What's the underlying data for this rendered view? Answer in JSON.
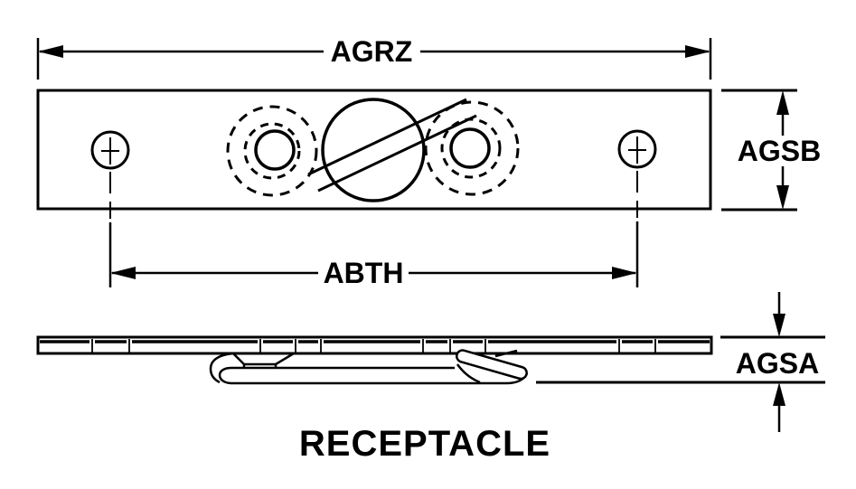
{
  "title": "RECEPTACLE",
  "dimensions": {
    "overall_width": {
      "label": "AGRZ"
    },
    "plate_height": {
      "label": "AGSB"
    },
    "hole_spacing": {
      "label": "ABTH"
    },
    "side_height": {
      "label": "AGSA"
    }
  },
  "colors": {
    "line": "#000000",
    "background": "#ffffff"
  }
}
